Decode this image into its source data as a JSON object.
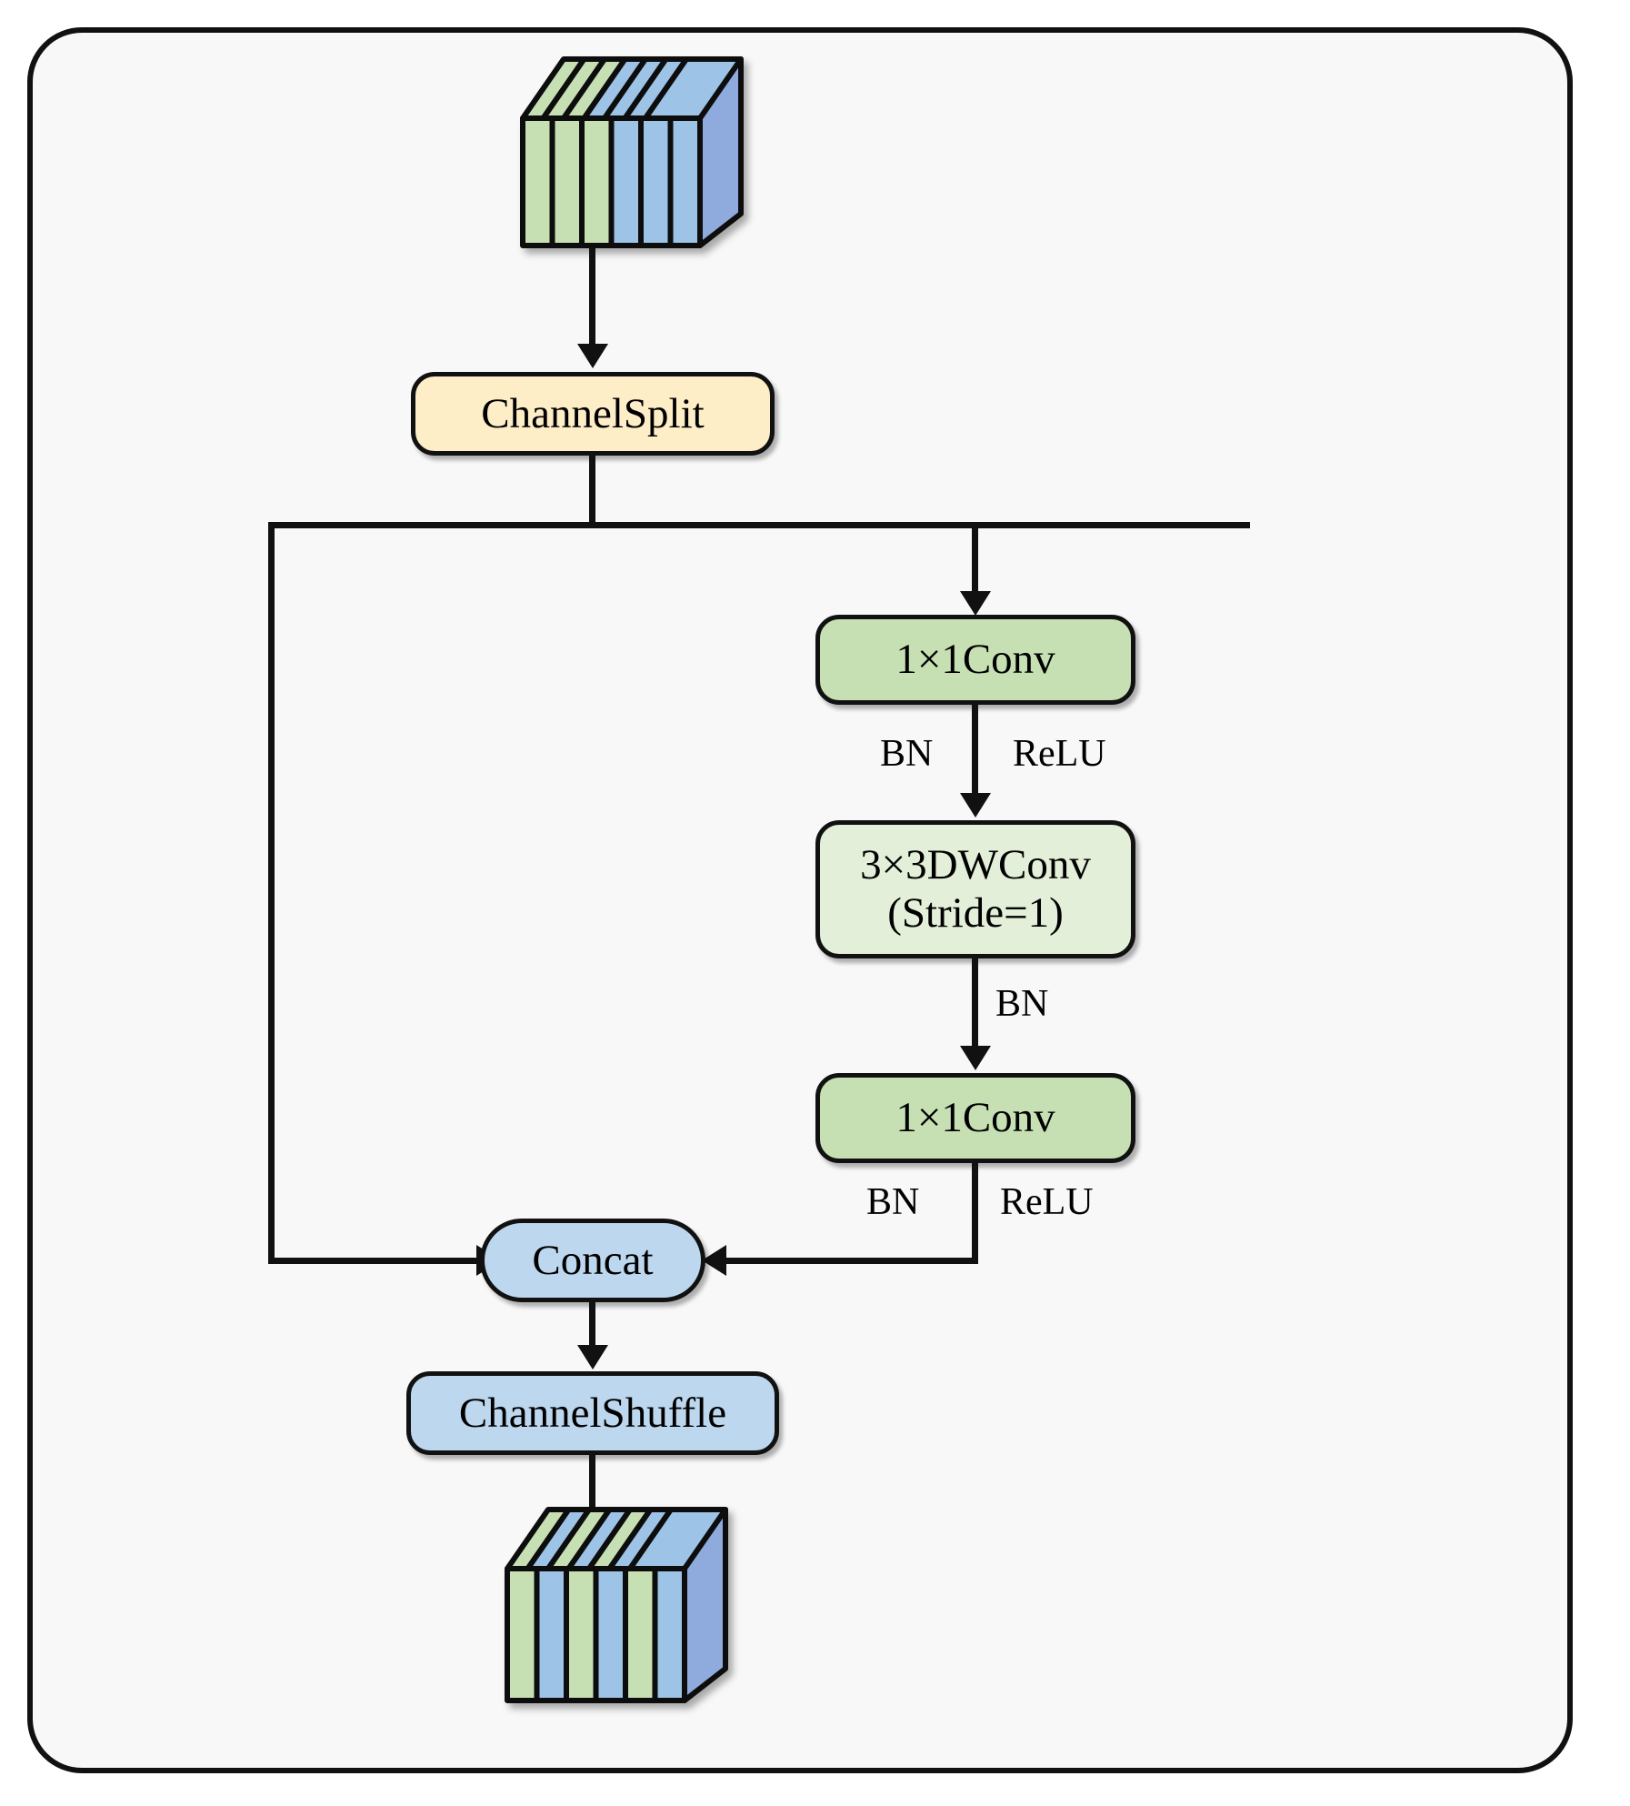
{
  "figure": {
    "title": "ShuffleNet V2 basic unit (stride = 1) block diagram",
    "background_color": "#f8f8f8",
    "stroke_color": "#111111"
  },
  "nodes": {
    "channel_split": {
      "label": "ChannelSplit",
      "fill": "#fdeec8",
      "shape": "rounded-rect"
    },
    "conv1": {
      "label": "1×1Conv",
      "fill": "#c6e0b4",
      "shape": "rounded-rect"
    },
    "dwconv": {
      "label": "3×3DWConv\n(Stride=1)",
      "fill": "#e3efd9",
      "shape": "rounded-rect"
    },
    "conv2": {
      "label": "1×1Conv",
      "fill": "#c6e0b4",
      "shape": "rounded-rect"
    },
    "concat": {
      "label": "Concat",
      "fill": "#bdd7ee",
      "shape": "pill"
    },
    "channel_shuffle": {
      "label": "ChannelShuffle",
      "fill": "#bdd7ee",
      "shape": "rounded-rect"
    }
  },
  "edge_labels": {
    "bn_after_conv1": "BN",
    "relu_after_conv1": "ReLU",
    "bn_after_dwconv": "BN",
    "bn_after_conv2": "BN",
    "relu_after_conv2": "ReLU"
  },
  "tensors": {
    "input": {
      "name": "input-feature-map",
      "channel_colors": [
        "#c6e0b4",
        "#c6e0b4",
        "#c6e0b4",
        "#9dc3e6",
        "#9dc3e6",
        "#9dc3e6"
      ],
      "side_color": "#8faadc",
      "description": "Six channels: three green then three blue (unshuffled)"
    },
    "output": {
      "name": "output-feature-map",
      "channel_colors": [
        "#c6e0b4",
        "#9dc3e6",
        "#c6e0b4",
        "#9dc3e6",
        "#c6e0b4",
        "#9dc3e6"
      ],
      "side_color": "#8faadc",
      "description": "Six channels alternating green/blue (shuffled)"
    }
  },
  "flow": {
    "steps": [
      "input tensor",
      "ChannelSplit",
      "left branch: identity",
      "right branch: 1×1Conv → BN, ReLU → 3×3DWConv (Stride=1) → BN → 1×1Conv → BN, ReLU",
      "Concat",
      "ChannelShuffle",
      "output tensor"
    ]
  }
}
